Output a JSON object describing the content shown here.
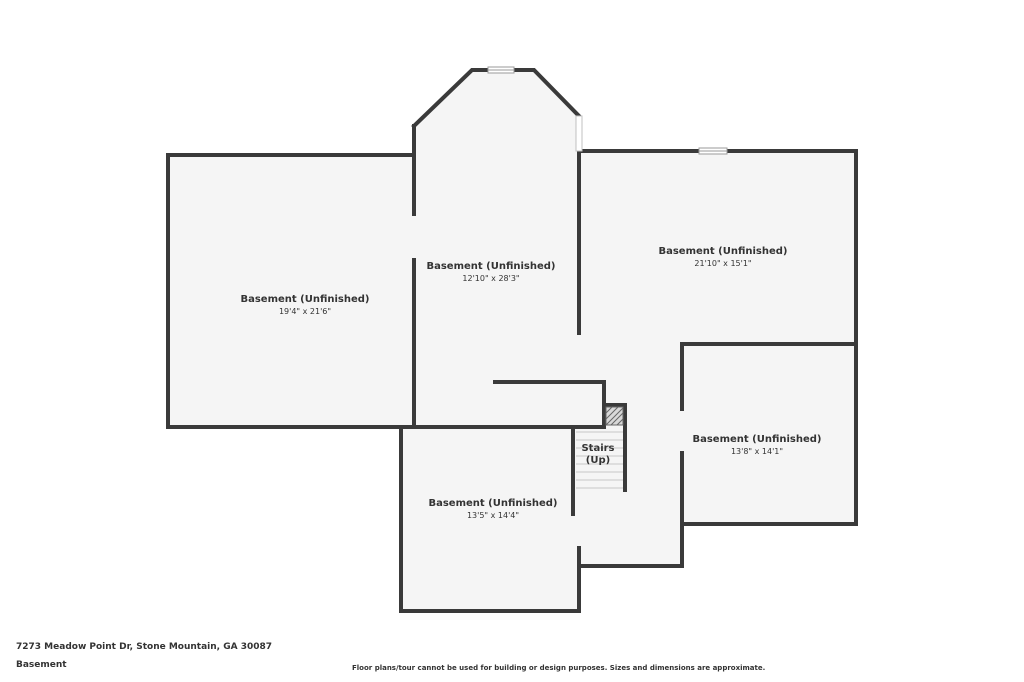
{
  "colors": {
    "wall": "#3a3a3a",
    "floor": "#f5f5f5",
    "text": "#333333",
    "background": "#ffffff"
  },
  "rooms": [
    {
      "label": "Basement (Unfinished)",
      "dimensions": "19'4\" x 21'6\""
    },
    {
      "label": "Basement (Unfinished)",
      "dimensions": "12'10\" x 28'3\""
    },
    {
      "label": "Basement (Unfinished)",
      "dimensions": "21'10\" x 15'1\""
    },
    {
      "label": "Basement (Unfinished)",
      "dimensions": "13'8\" x 14'1\""
    },
    {
      "label": "Basement (Unfinished)",
      "dimensions": "13'5\" x 14'4\""
    }
  ],
  "stairs": {
    "label_line1": "Stairs",
    "label_line2": "(Up)"
  },
  "footer": {
    "address": "7273 Meadow Point Dr, Stone Mountain, GA 30087",
    "floor_name": "Basement",
    "disclaimer": "Floor plans/tour cannot be used for building or design purposes. Sizes and dimensions are approximate."
  }
}
